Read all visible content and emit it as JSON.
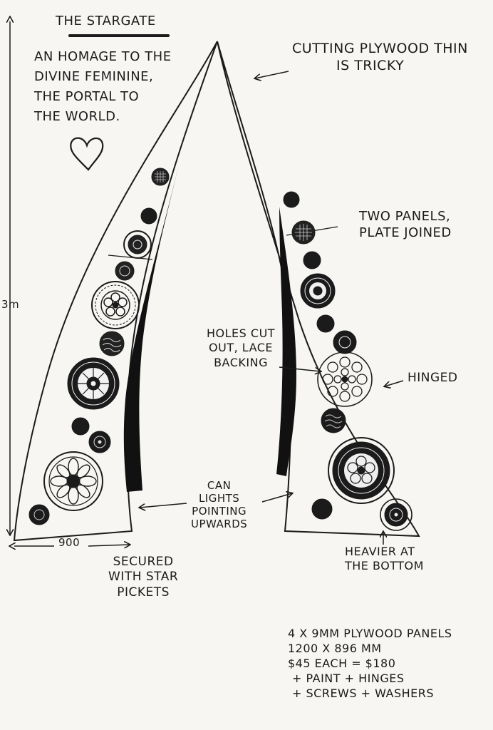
{
  "title": "THE STARGATE",
  "homage_lines": [
    "AN HOMAGE TO THE",
    "DIVINE FEMININE,",
    "THE PORTAL TO",
    "THE WORLD."
  ],
  "cutting_lines": [
    "CUTTING PLYWOOD THIN",
    "IS TRICKY"
  ],
  "panels_lines": [
    "TWO PANELS,",
    "PLATE JOINED"
  ],
  "holes_lines": [
    "HOLES CUT",
    "OUT, LACE",
    "BACKING"
  ],
  "hinged": "HINGED",
  "canlights_lines": [
    "CAN",
    "LIGHTS",
    "POINTING",
    "UPWARDS"
  ],
  "heavier_lines": [
    "HEAVIER AT",
    "THE BOTTOM"
  ],
  "secured_lines": [
    "SECURED",
    "WITH STAR",
    "PICKETS"
  ],
  "height_label": "3m",
  "width_label": "900",
  "spec_lines": [
    "4 x 9mm PLYWOOD PANELS",
    "1200 x 896 mm",
    "$45 EACH = $180",
    "+ PAINT + HINGES",
    "+ SCREWS + WASHERS"
  ],
  "icons": [
    "heart-icon",
    "rosette-icon"
  ],
  "colors": {
    "ink": "#1b1b1b",
    "paper": "#f7f6f3"
  }
}
